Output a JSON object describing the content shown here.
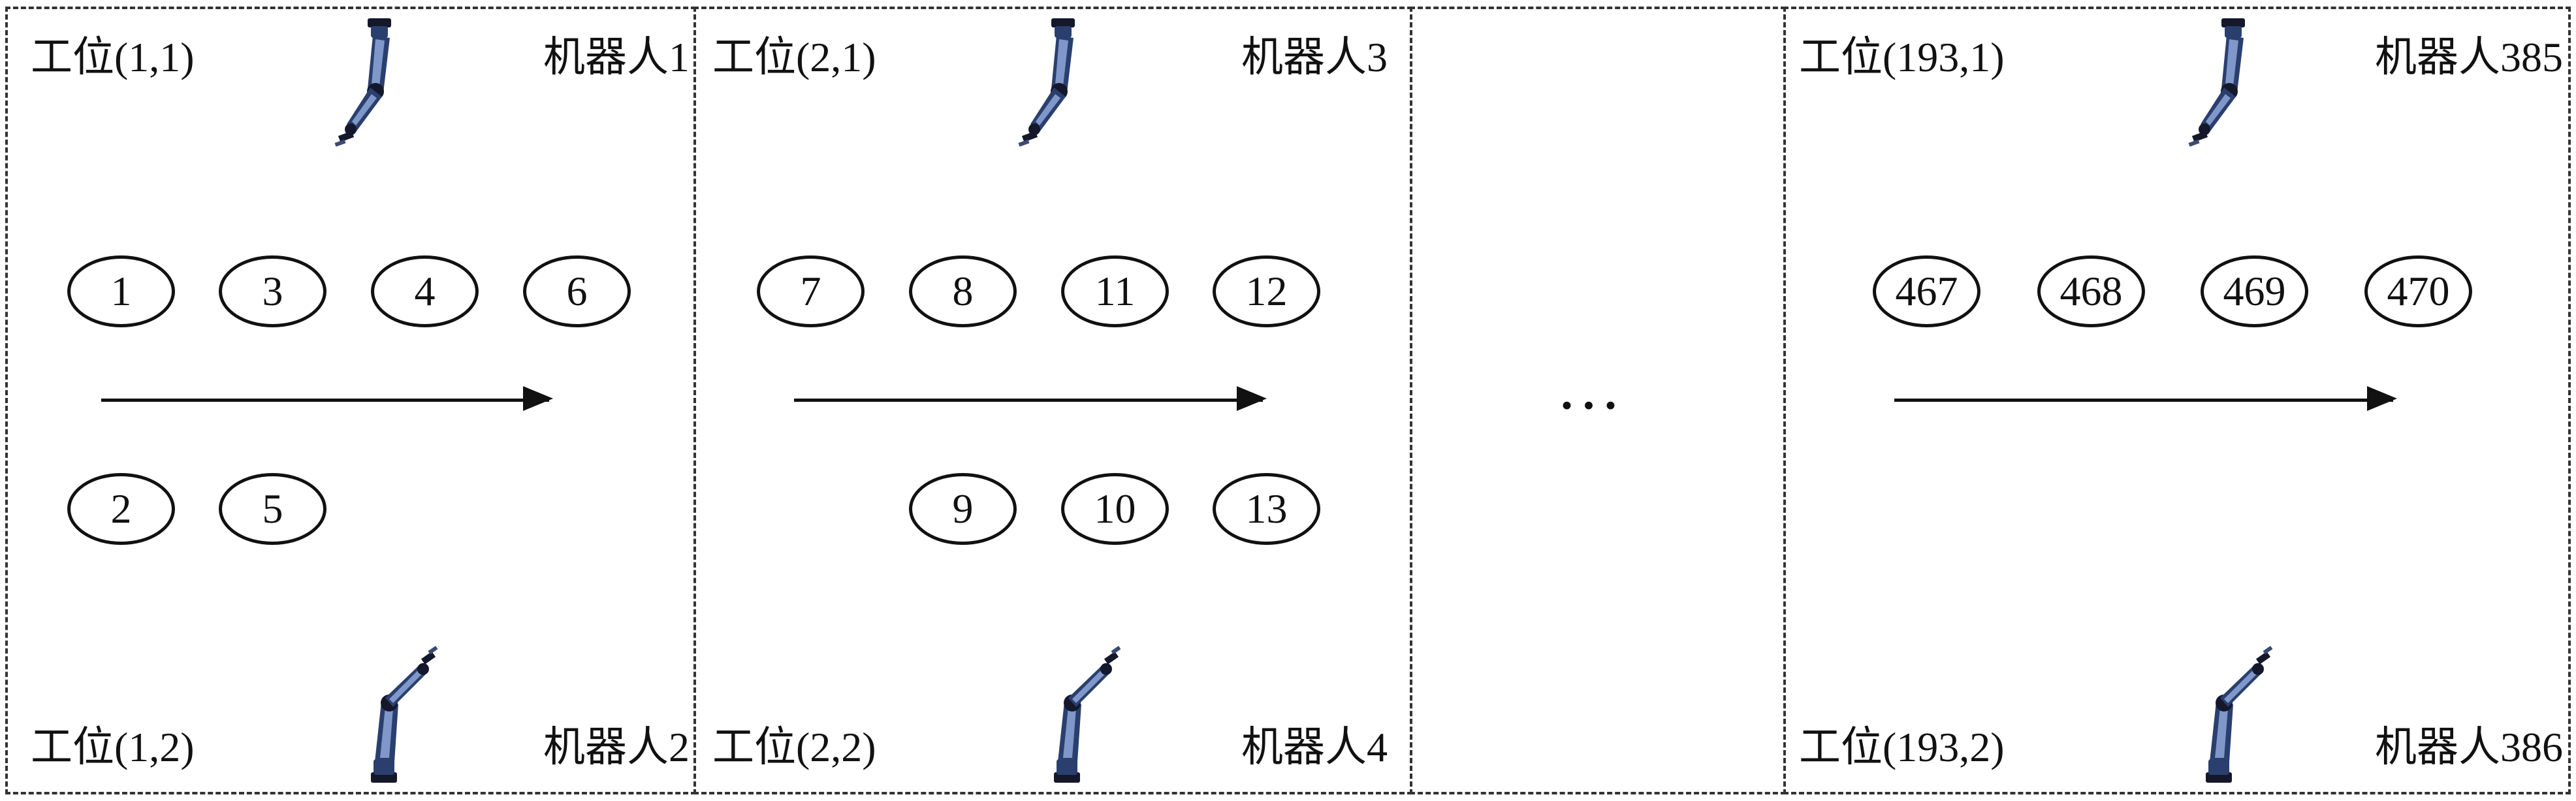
{
  "panels": [
    {
      "station_top": "工位(1,1)",
      "robot_top": "机器人1",
      "station_bottom": "工位(1,2)",
      "robot_bottom": "机器人2",
      "row_top": [
        "1",
        "3",
        "4",
        "6"
      ],
      "row_bottom": [
        "2",
        "5"
      ]
    },
    {
      "station_top": "工位(2,1)",
      "robot_top": "机器人3",
      "station_bottom": "工位(2,2)",
      "robot_bottom": "机器人4",
      "row_top": [
        "7",
        "8",
        "11",
        "12"
      ],
      "row_bottom": [
        "9",
        "10",
        "13"
      ]
    },
    {
      "ellipsis": "…"
    },
    {
      "station_top": "工位(193,1)",
      "robot_top": "机器人385",
      "station_bottom": "工位(193,2)",
      "robot_bottom": "机器人386",
      "row_top": [
        "467",
        "468",
        "469",
        "470"
      ],
      "row_bottom": []
    }
  ],
  "colors": {
    "line": "#111111",
    "robot_body": "#2a3f6e",
    "robot_dark": "#14182a",
    "robot_light": "#7f97c9"
  },
  "icons": [
    "robot-arm-icon"
  ]
}
